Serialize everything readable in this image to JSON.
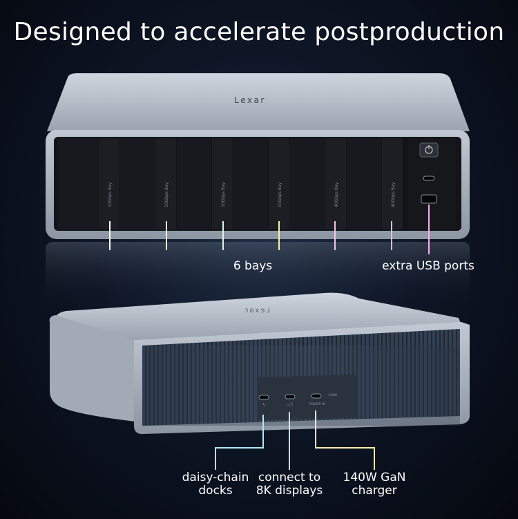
{
  "headline": "Designed to accelerate postproduction",
  "brand": "Lexar",
  "bay_labels": [
    "10Gbps Bay",
    "10Gbps Bay",
    "10Gbps Bay",
    "10Gbps Bay",
    "40Gbps Bay",
    "40Gbps Bay"
  ],
  "rear_port_labels": [
    "140W",
    "POWER IN"
  ],
  "callouts": {
    "bays": "6 bays",
    "usb": "extra USB ports",
    "daisy_chain": [
      "daisy-chain",
      "docks"
    ],
    "displays": [
      "connect to",
      "8K displays"
    ],
    "charger": [
      "140W GaN",
      "charger"
    ]
  },
  "colors": {
    "callout_white": "#ffffff",
    "callout_green": "#b9f7d9",
    "callout_yellow": "#f8f0a8",
    "callout_pink": "#f5b3e8",
    "callout_cyan": "#a9eaf5",
    "chassis": "#b4bcc8",
    "bay_dark": "#15171c"
  }
}
